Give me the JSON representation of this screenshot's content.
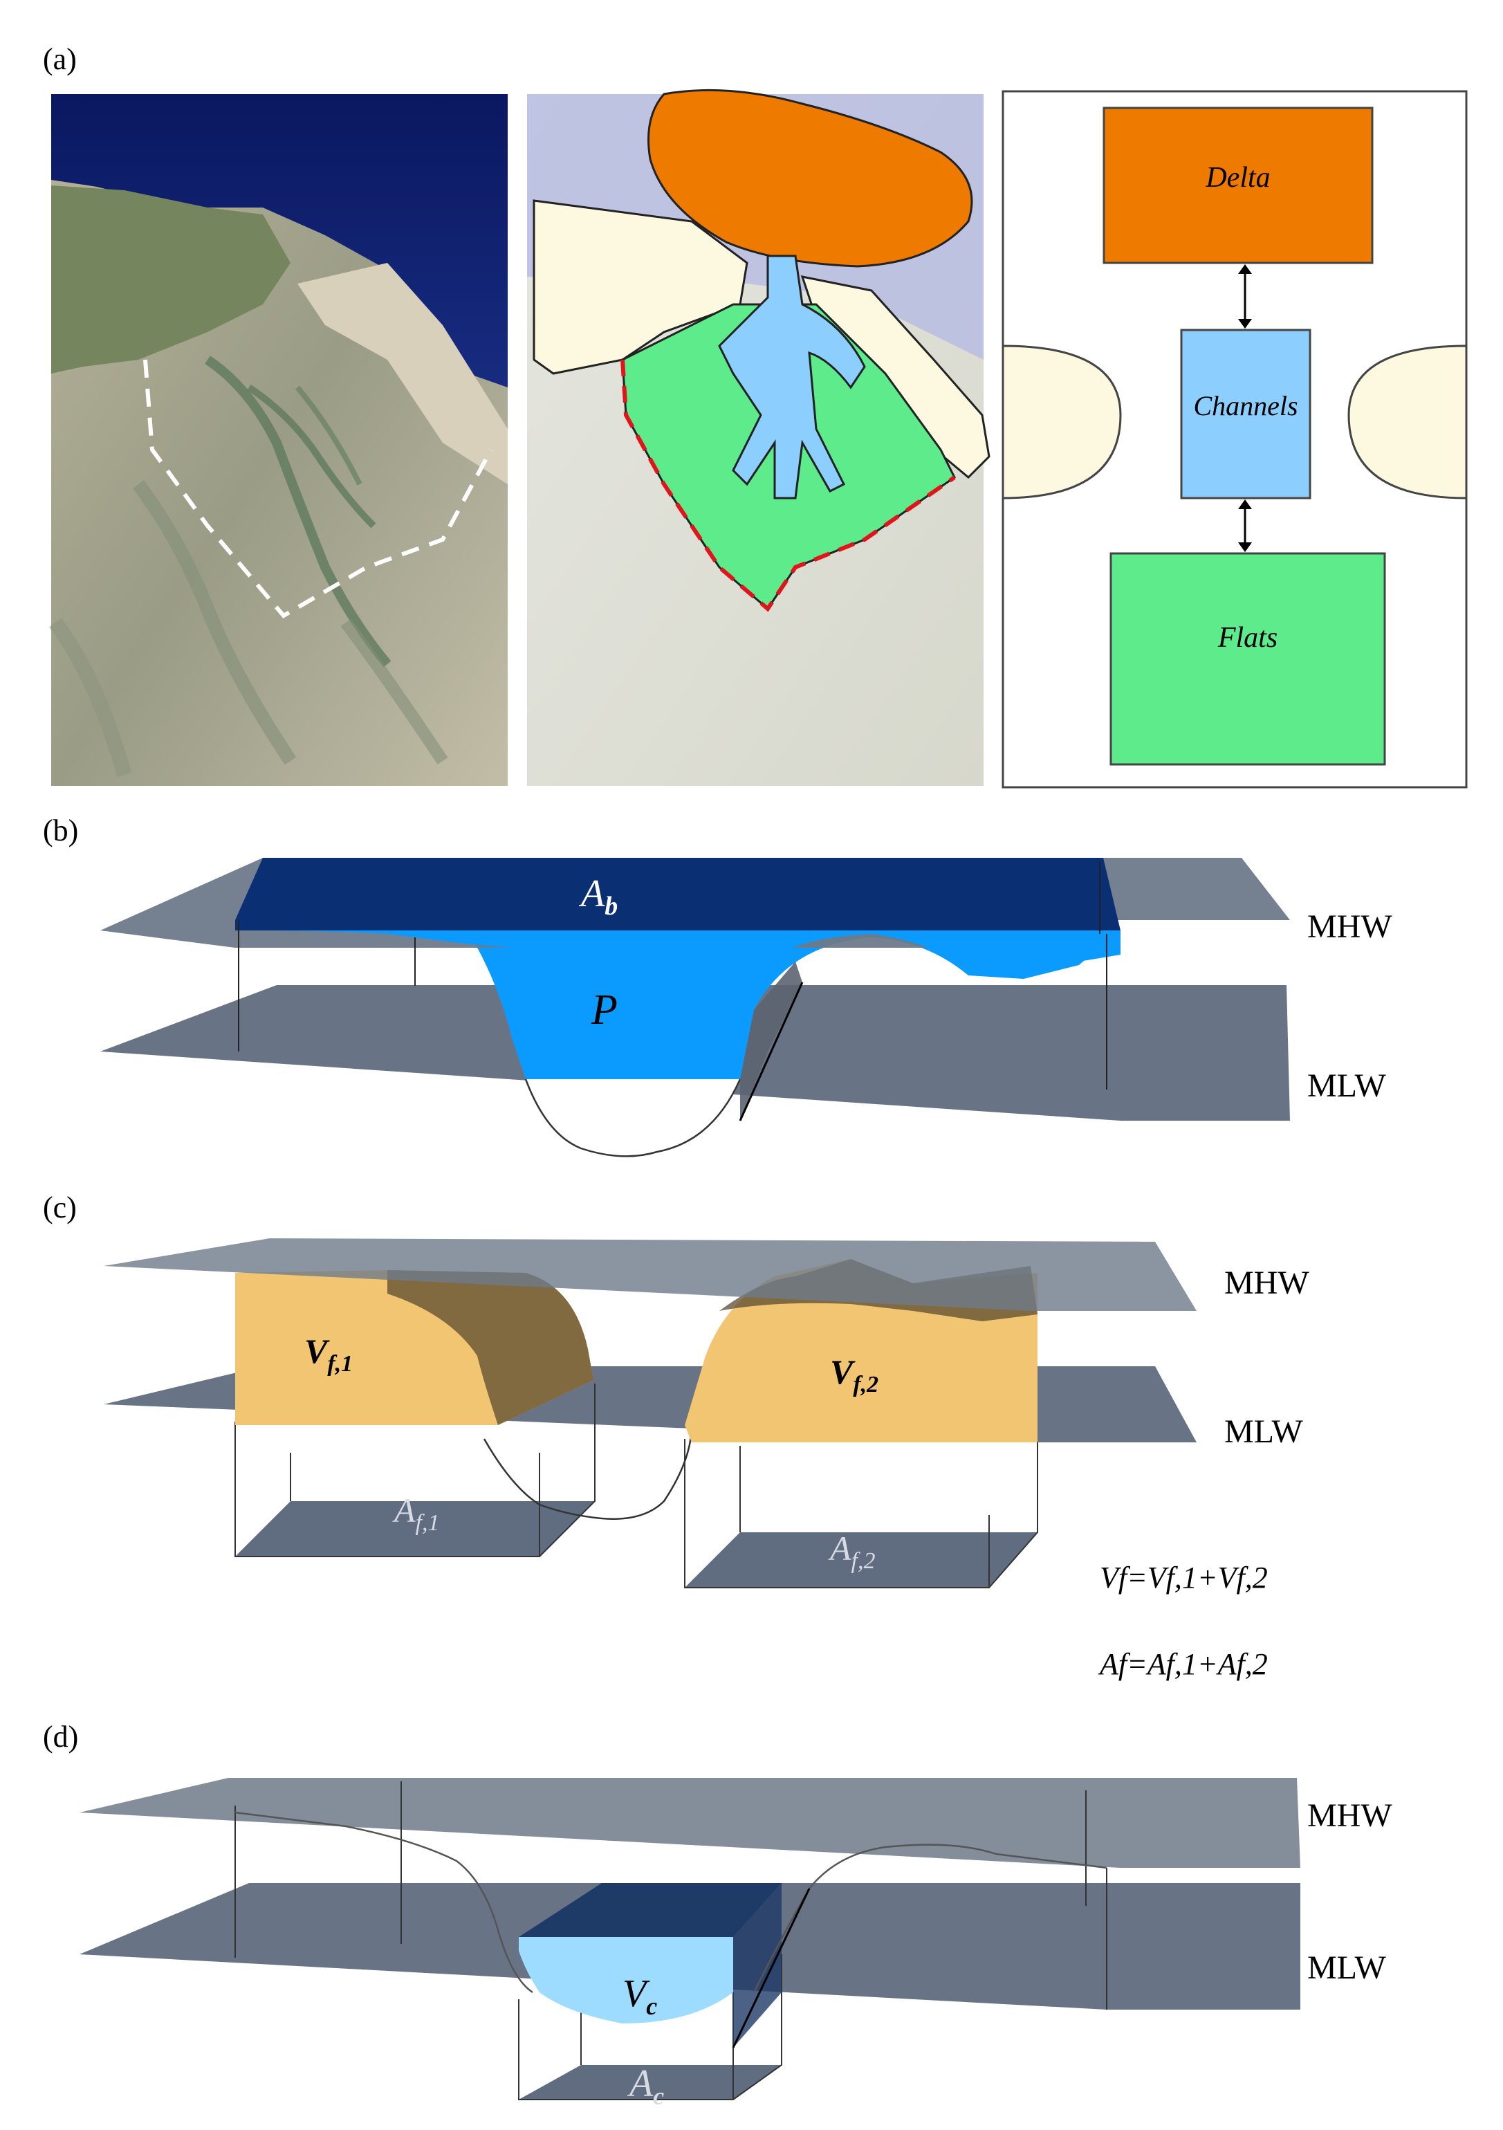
{
  "panel_a": {
    "label": "(a)",
    "schematic": {
      "delta": "Delta",
      "channels": "Channels",
      "flats": "Flats"
    },
    "colors": {
      "delta": "#ee7b00",
      "channels": "#8ccfff",
      "flats": "#5deb8c",
      "islands": "#fdf9e1"
    }
  },
  "panel_b": {
    "label": "(b)",
    "top_label": "MHW",
    "bottom_label": "MLW"
  },
  "panel_c": {
    "label": "(c)",
    "top_label": "MHW",
    "bottom_label": "MLW",
    "equations": [
      "Vf=Vf,1+Vf,2",
      "Af=Af,1+Af,2"
    ]
  },
  "panel_d": {
    "label": "(d)",
    "top_label": "MHW",
    "bottom_label": "MLW"
  }
}
